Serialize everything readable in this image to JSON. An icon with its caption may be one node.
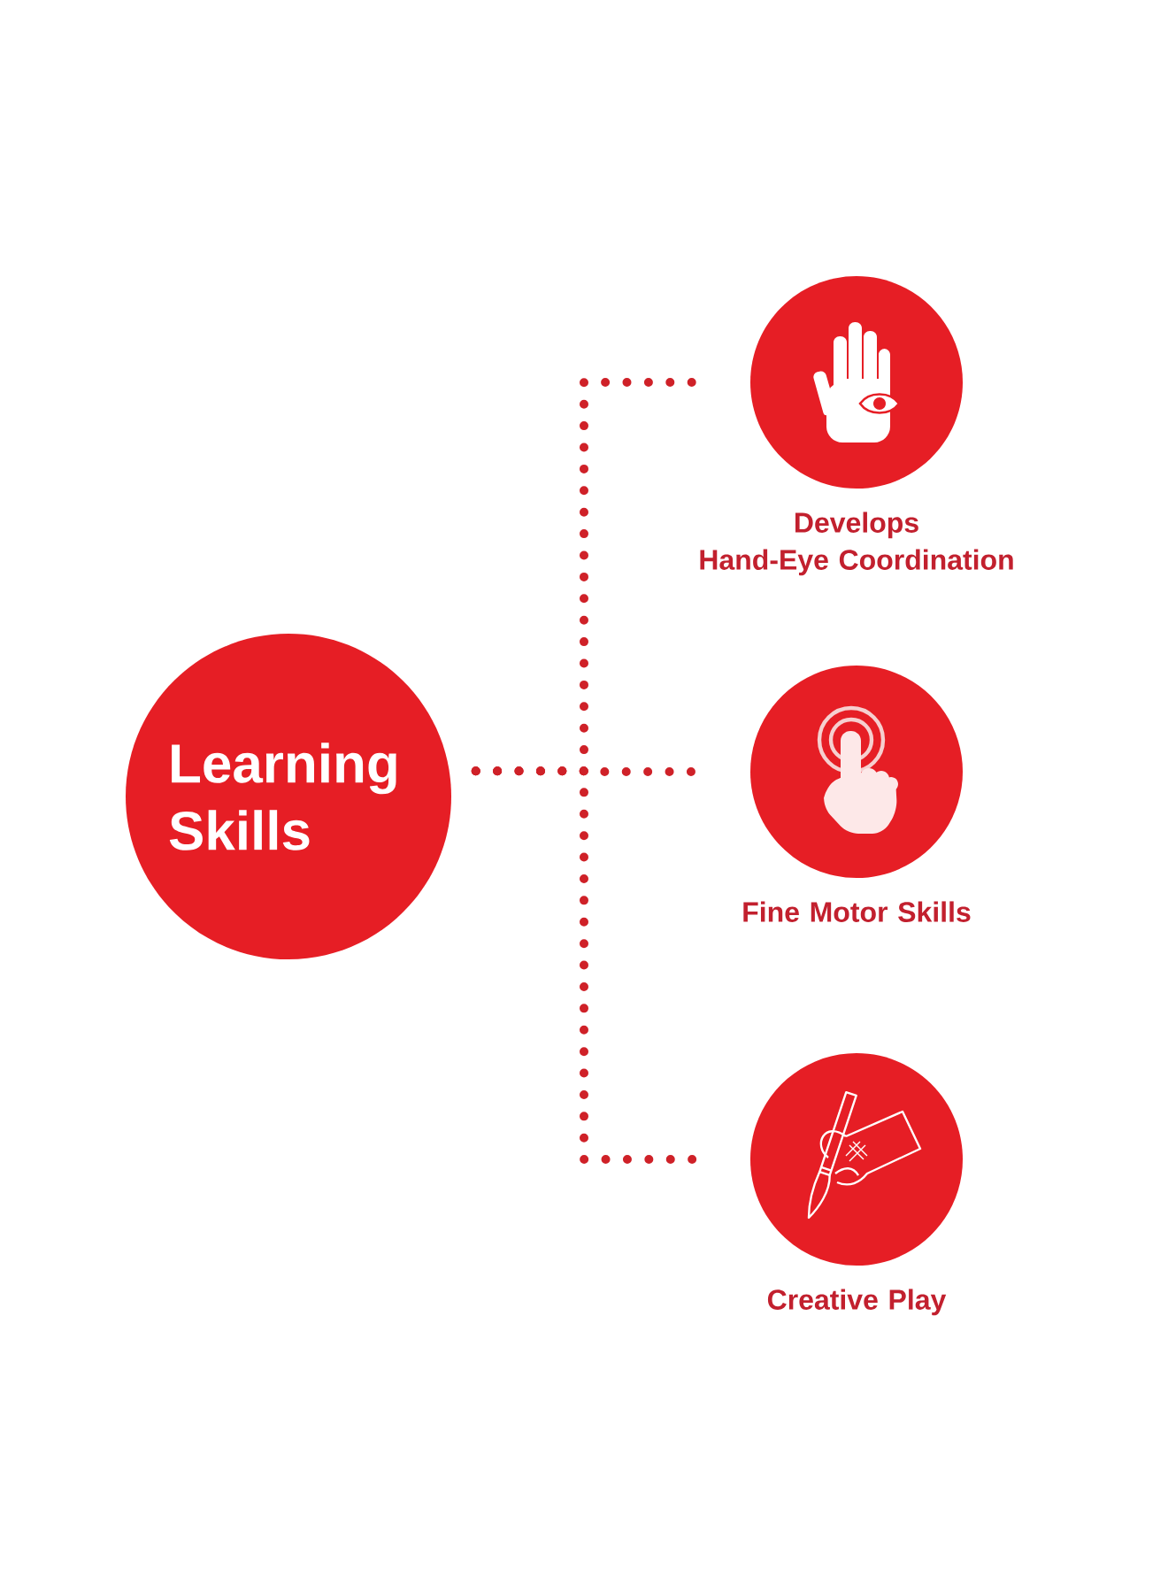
{
  "diagram": {
    "nodes": [
      {
        "text": [
          "Learning Skills"
        ]
      },
      {
        "text": [
          "Develops Hand-Eye Coordination"
        ]
      },
      {
        "text": [
          "Fine Motor Skills"
        ]
      },
      {
        "text": [
          "Creative Play"
        ]
      }
    ],
    "edges": [
      {
        "from": 0,
        "to": 1,
        "arrow": "none",
        "style": "dashed"
      },
      {
        "from": 0,
        "to": 2,
        "arrow": "none",
        "style": "dashed"
      },
      {
        "from": 0,
        "to": 3,
        "arrow": "none",
        "style": "dashed"
      }
    ]
  }
}
